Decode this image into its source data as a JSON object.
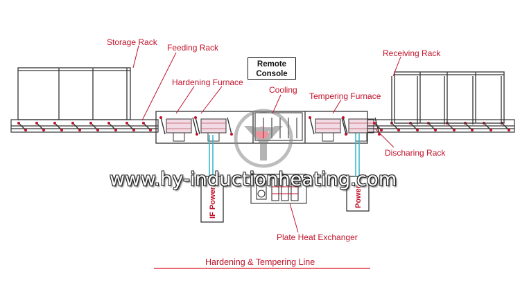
{
  "labels": {
    "storage_rack": "Storage Rack",
    "feeding_rack": "Feeding Rack",
    "hardening_furnace": "Hardening Furnace",
    "remote_console_line1": "Remote",
    "remote_console_line2": "Console",
    "cooling": "Cooling",
    "tempering_furnace": "Tempering Furnace",
    "receiving_rack": "Receiving Rack",
    "discharging_rack": "Discharing Rack",
    "plate_heat_exchanger": "Plate Heat Exchanger",
    "if_power_left": "IF Power",
    "if_power_right": "Power"
  },
  "watermark": "www.hy-inductionheating.com",
  "title": "Hardening & Tempering Line",
  "colors": {
    "label": "#c0122a",
    "line": "#333333",
    "water": "#3ab8c8",
    "accent": "#e23a4a"
  }
}
